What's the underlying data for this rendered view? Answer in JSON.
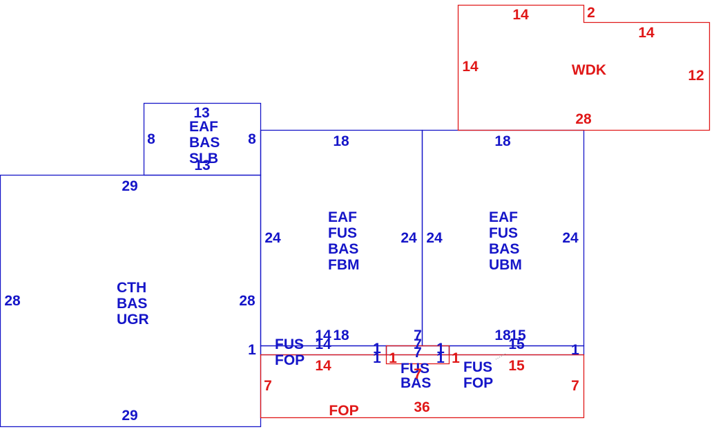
{
  "colors": {
    "blue": "#1515c8",
    "red": "#e01818"
  },
  "areas": {
    "cth_bas_ugr": {
      "codes": [
        "CTH",
        "BAS",
        "UGR"
      ],
      "dims": {
        "top": "29",
        "bottom": "29",
        "left": "28",
        "right": "28"
      }
    },
    "eaf_bas_slb": {
      "codes": [
        "EAF",
        "BAS",
        "SLB"
      ],
      "dims": {
        "top": "13",
        "bottom": "13",
        "left": "8",
        "right": "8"
      }
    },
    "eaf_fus_bas_fbm": {
      "codes": [
        "EAF",
        "FUS",
        "BAS",
        "FBM"
      ],
      "dims": {
        "top": "18",
        "left": "24",
        "right": "24",
        "bottom_a": "14",
        "bottom_b": "18"
      }
    },
    "eaf_fus_bas_ubm": {
      "codes": [
        "EAF",
        "FUS",
        "BAS",
        "UBM"
      ],
      "dims": {
        "top": "18",
        "left": "24",
        "right": "24",
        "bottom_a": "18",
        "bottom_b": "15"
      }
    },
    "wdk": {
      "codes": [
        "WDK"
      ],
      "dims": {
        "top_left": "14",
        "step": "2",
        "top_right": "14",
        "left": "14",
        "right": "12",
        "bottom": "28"
      }
    },
    "fop_strip": {
      "codes": [
        "FOP"
      ],
      "dims": {
        "top_left": "14",
        "top_right": "15",
        "left": "7",
        "right": "7",
        "bottom": "36"
      }
    },
    "fus_fop_left": {
      "codes": [
        "FUS",
        "FOP"
      ],
      "dims": {
        "length": "14",
        "left_end": "1",
        "right_end": "1"
      }
    },
    "fus_fop_right": {
      "codes": [
        "FUS",
        "FOP"
      ],
      "dims": {
        "length": "15",
        "left_end": "1",
        "right_end": "1"
      }
    },
    "fus_bas_center": {
      "codes": [
        "FUS",
        "BAS"
      ],
      "dims": {
        "top": "7",
        "upper": "7",
        "lower": "7",
        "red_1a": "1",
        "red_1b": "1",
        "red_7": "7"
      }
    }
  }
}
